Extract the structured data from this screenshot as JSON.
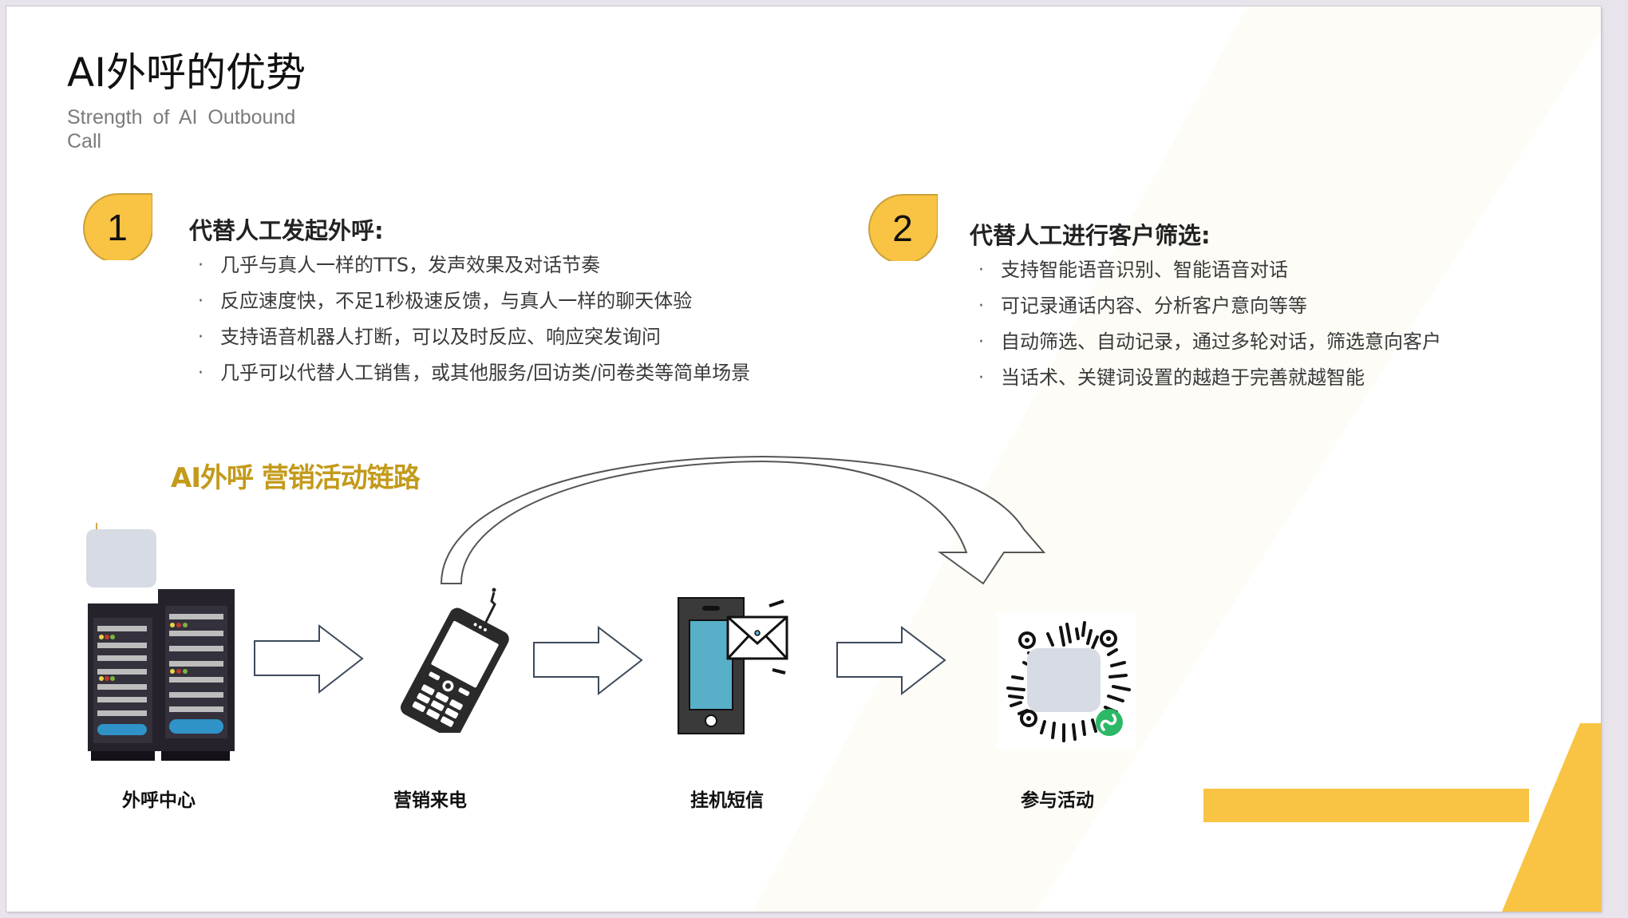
{
  "header": {
    "title": "AI外呼的优势",
    "subtitle": "Strength of AI Outbound Call"
  },
  "sections": [
    {
      "number": "1",
      "heading": "代替人工发起外呼:",
      "bullets": [
        "几乎与真人一样的TTS，发声效果及对话节奏",
        "反应速度快，不足1秒极速反馈，与真人一样的聊天体验",
        "支持语音机器人打断，可以及时反应、响应突发询问",
        "几乎可以代替人工销售，或其他服务/回访类/问卷类等简单场景"
      ]
    },
    {
      "number": "2",
      "heading": "代替人工进行客户筛选:",
      "bullets": [
        "支持智能语音识别、智能语音对话",
        "可记录通话内容、分析客户意向等等",
        "自动筛选、自动记录，通过多轮对话，筛选意向客户",
        "当话术、关键词设置的越趋于完善就越智能"
      ]
    }
  ],
  "flow": {
    "title": "AI外呼 营销活动链路",
    "steps": [
      {
        "label": "外呼中心",
        "icon": "server-rack-icon"
      },
      {
        "label": "营销来电",
        "icon": "mobile-phone-icon"
      },
      {
        "label": "挂机短信",
        "icon": "sms-phone-icon"
      },
      {
        "label": "参与活动",
        "icon": "mini-program-qr-icon"
      }
    ],
    "bullet_glyph": "·"
  },
  "colors": {
    "accent_yellow": "#F9C443",
    "badge_border": "#C9A03A",
    "flow_title": "#C39A1A",
    "arrow_stroke": "#3D4A5C",
    "phone_screen": "#58AFC8",
    "server_dark": "#25222B",
    "server_button": "#2F93C8",
    "mini_program_green": "#2DB867"
  }
}
